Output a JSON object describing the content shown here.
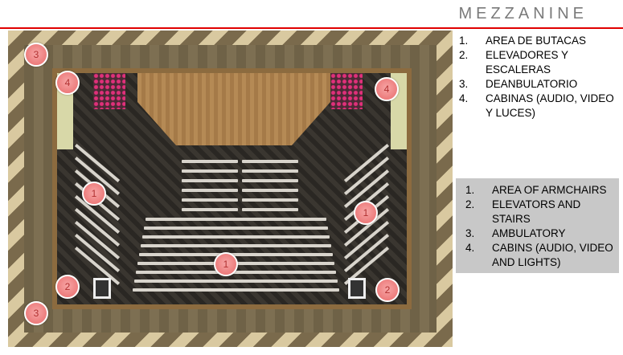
{
  "title": "MEZZANINE",
  "legend_es": [
    {
      "num": "1.",
      "label": "AREA DE BUTACAS"
    },
    {
      "num": "2.",
      "label": "ELEVADORES Y ESCALERAS"
    },
    {
      "num": "3.",
      "label": "DEANBULATORIO"
    },
    {
      "num": "4.",
      "label": "CABINAS (AUDIO, VIDEO Y LUCES)"
    }
  ],
  "legend_en": [
    {
      "num": "1.",
      "label": "AREA OF ARMCHAIRS"
    },
    {
      "num": "2.",
      "label": "ELEVATORS AND STAIRS"
    },
    {
      "num": "3.",
      "label": "AMBULATORY"
    },
    {
      "num": "4.",
      "label": "CABINS (AUDIO, VIDEO AND LIGHTS)"
    }
  ],
  "markers": [
    "3",
    "4",
    "4",
    "1",
    "1",
    "1",
    "2",
    "2",
    "3"
  ],
  "colors": {
    "accent_line": "#e00000",
    "marker": "#e86a6a",
    "legend_box": "#c8c8c8"
  }
}
